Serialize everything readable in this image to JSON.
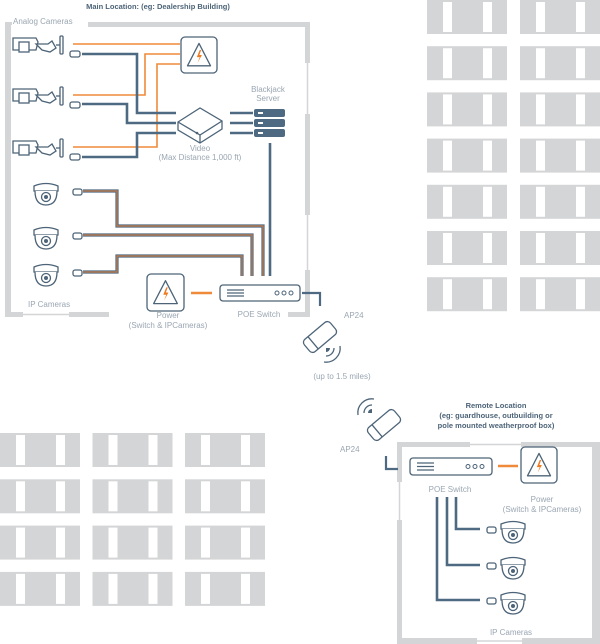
{
  "title": "Main Location: (eg: Dealership Building)",
  "main_location": {
    "heading": "Main Location: (eg: Dealership Building)",
    "analog_cameras_label": "Analog Cameras",
    "ip_cameras_label": "IP Cameras",
    "video_label_line1": "Video",
    "video_label_line2": "(Max Distance 1,000 ft)",
    "server_label_line1": "Blackjack",
    "server_label_line2": "Server",
    "power_label_line1": "Power",
    "power_label_line2": "(Switch & IPCameras)",
    "poe_switch_label": "POE Switch",
    "analog_camera_count": 3,
    "ip_camera_count": 3
  },
  "wireless_link": {
    "ap_main_label": "AP24",
    "ap_remote_label": "AP24",
    "range_label": "(up to 1.5 miles)"
  },
  "remote_location": {
    "heading_line1": "Remote Location",
    "heading_line2": "(eg: guardhouse, outbuilding or",
    "heading_line3": "pole mounted weatherproof box)",
    "poe_switch_label": "POE Switch",
    "power_label_line1": "Power",
    "power_label_line2": "(Switch & IPCameras)",
    "ip_cameras_label": "IP Cameras",
    "ip_camera_count": 3
  },
  "parking": {
    "right_lot": {
      "columns": 2,
      "rows": 7
    },
    "bottom_left_lot": {
      "columns": 3,
      "rows": 4
    }
  },
  "colors": {
    "cable_video": "#4d6a82",
    "cable_power": "#ef8a3a",
    "cable_ethernet": "#b57a52",
    "wall": "#d4d5d7",
    "icon": "#4d6478",
    "bolt": "#ef7a22",
    "label": "#9aa6b2"
  }
}
